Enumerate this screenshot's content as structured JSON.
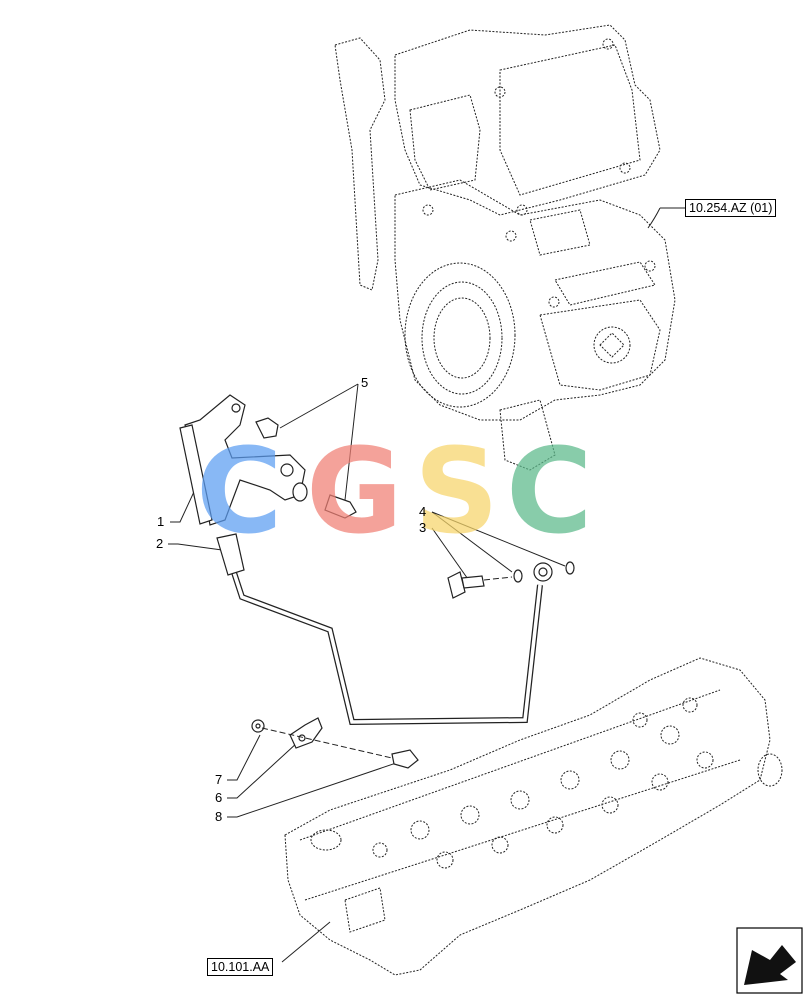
{
  "refs": {
    "upper_assembly": "10.254.AZ (01)",
    "cylinder_head": "10.101.AA"
  },
  "callouts": {
    "c1": "1",
    "c2": "2",
    "c3": "3",
    "c4": "4",
    "c5": "5",
    "c6": "6",
    "c7": "7",
    "c8": "8"
  },
  "watermark": {
    "letters": [
      "C",
      "G",
      "S",
      "C"
    ],
    "colors": [
      "#5b9df2",
      "#f07f74",
      "#f7d56a",
      "#5bb98a"
    ]
  },
  "nav": {
    "icon": "next-page-arrow-icon"
  }
}
